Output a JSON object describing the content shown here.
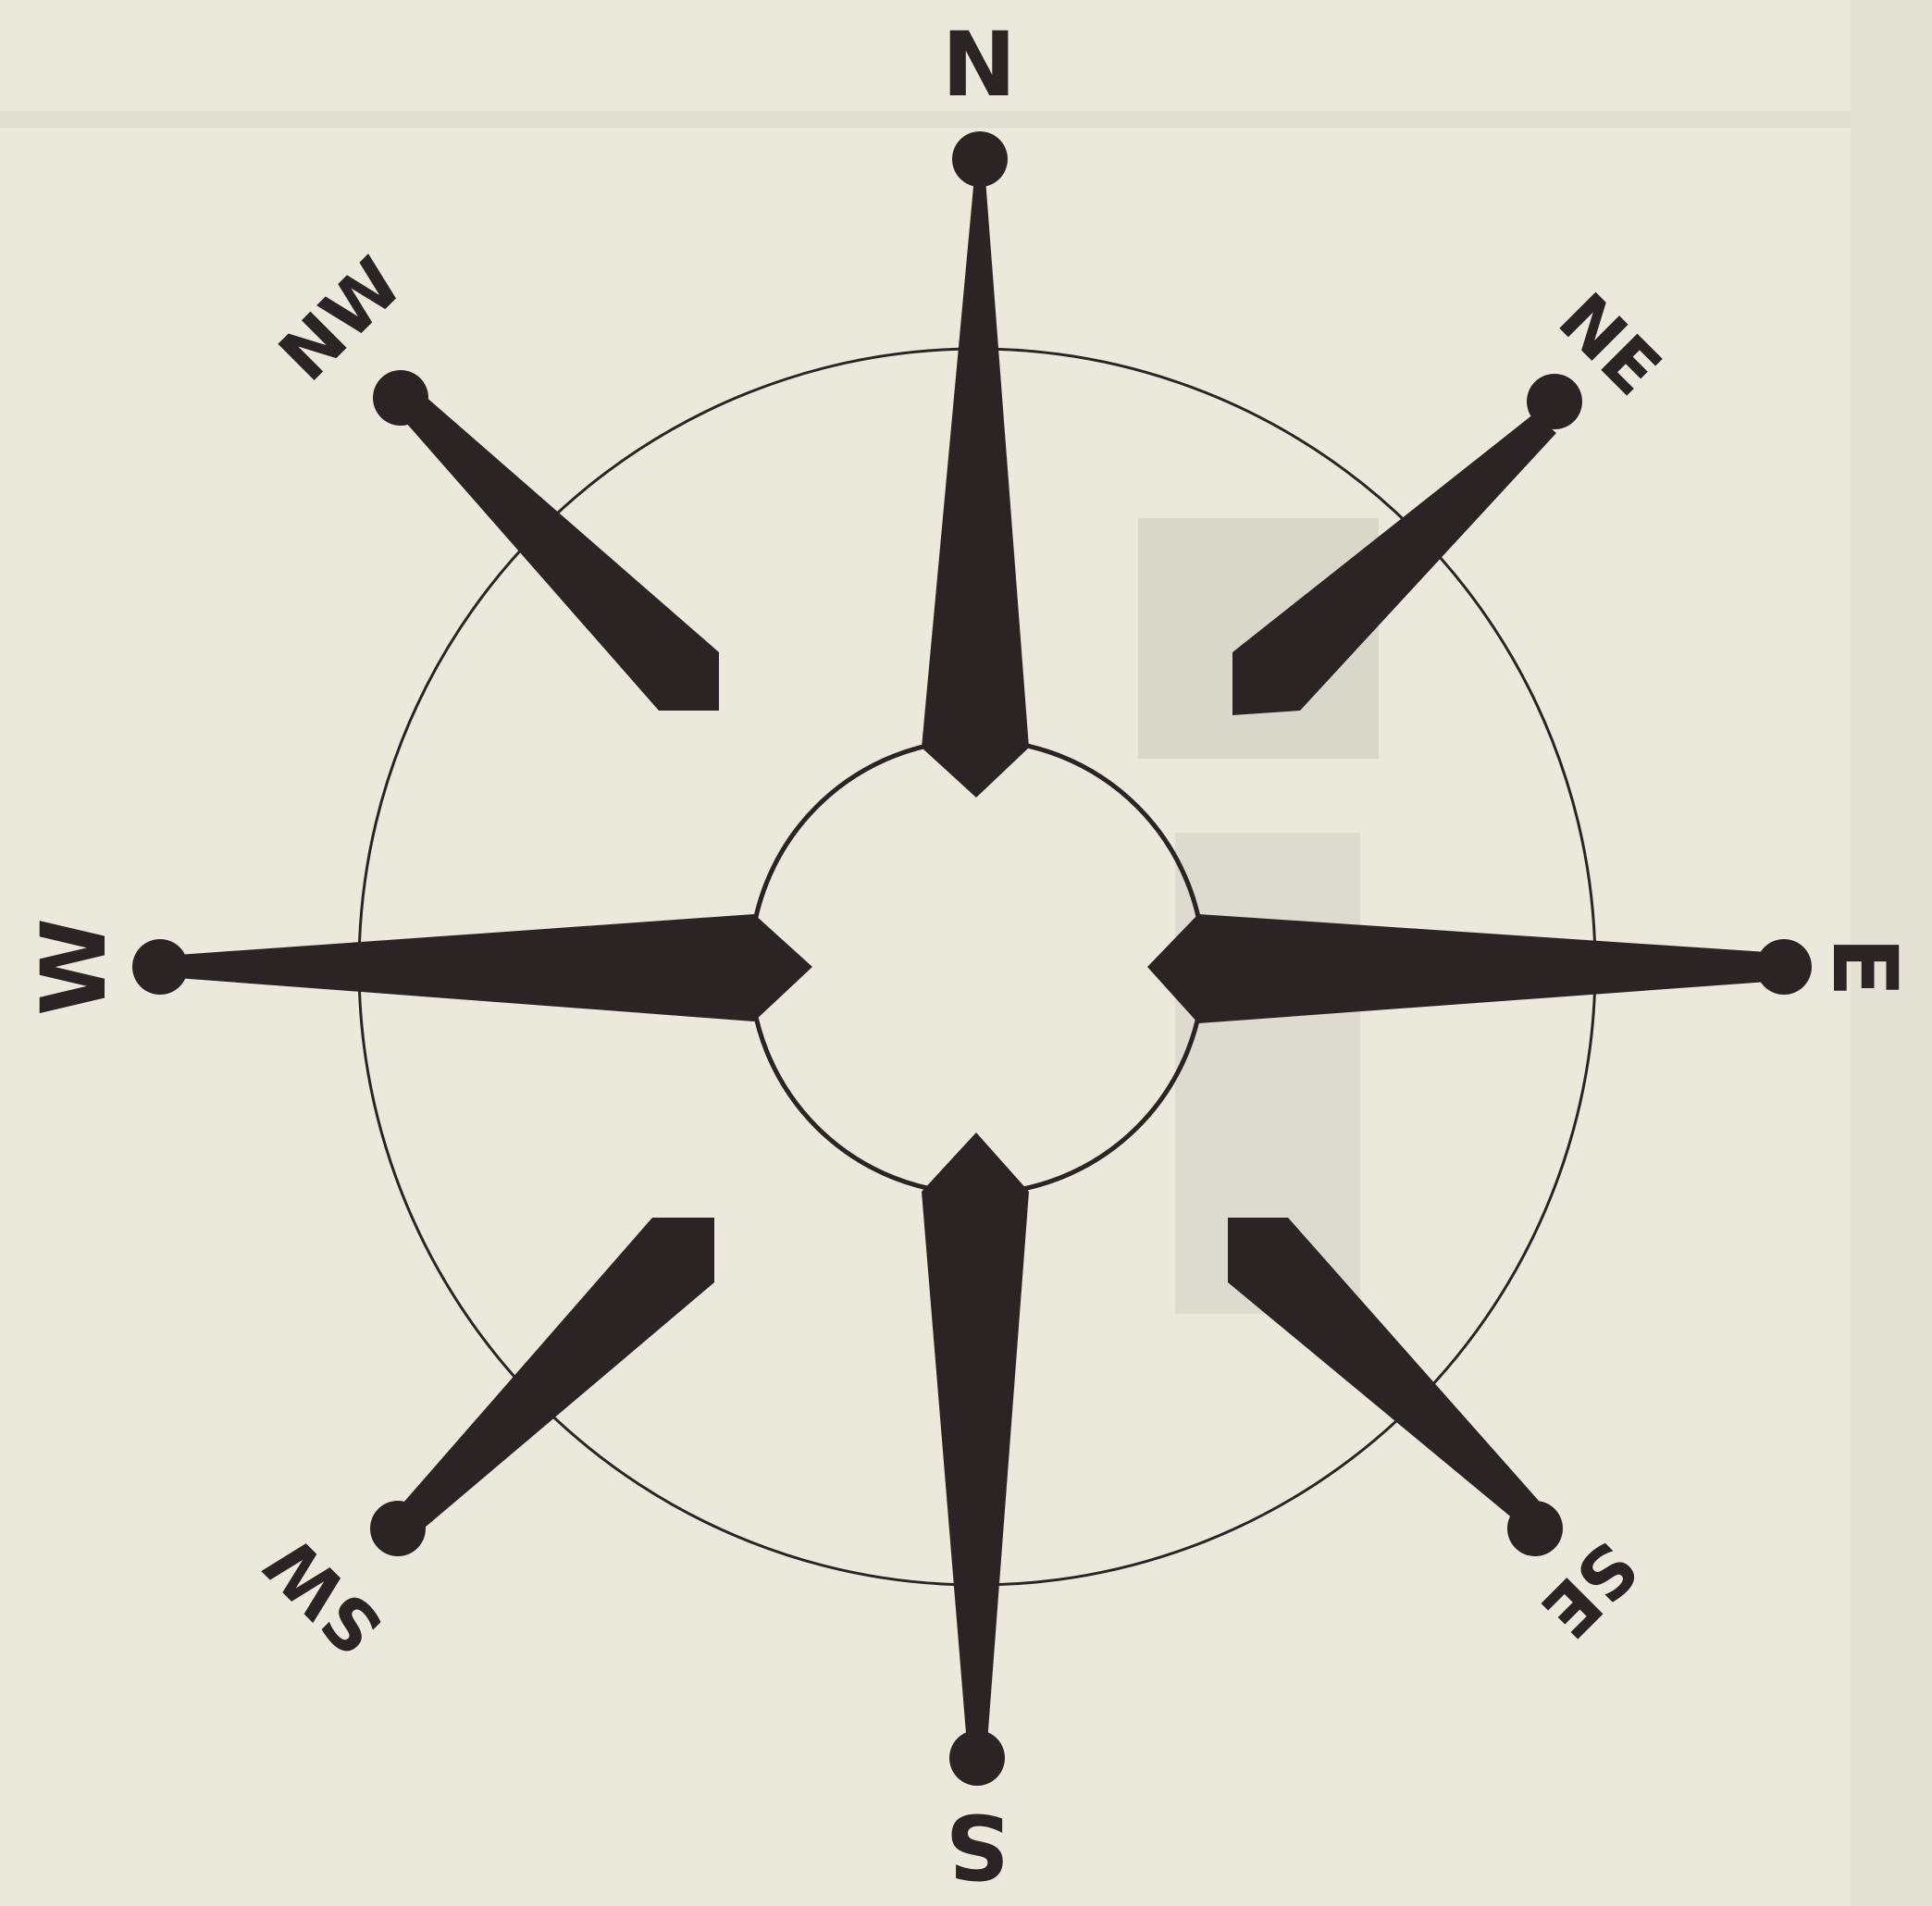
{
  "compass": {
    "labels": {
      "n": "N",
      "ne": "NE",
      "e": "E",
      "se": "SE",
      "s": "S",
      "sw": "SW",
      "w": "W",
      "nw": "NW"
    },
    "colors": {
      "background": "#ebe8dc",
      "ink": "#2a2524",
      "bleed_through_text": "#d6d3c7"
    }
  }
}
